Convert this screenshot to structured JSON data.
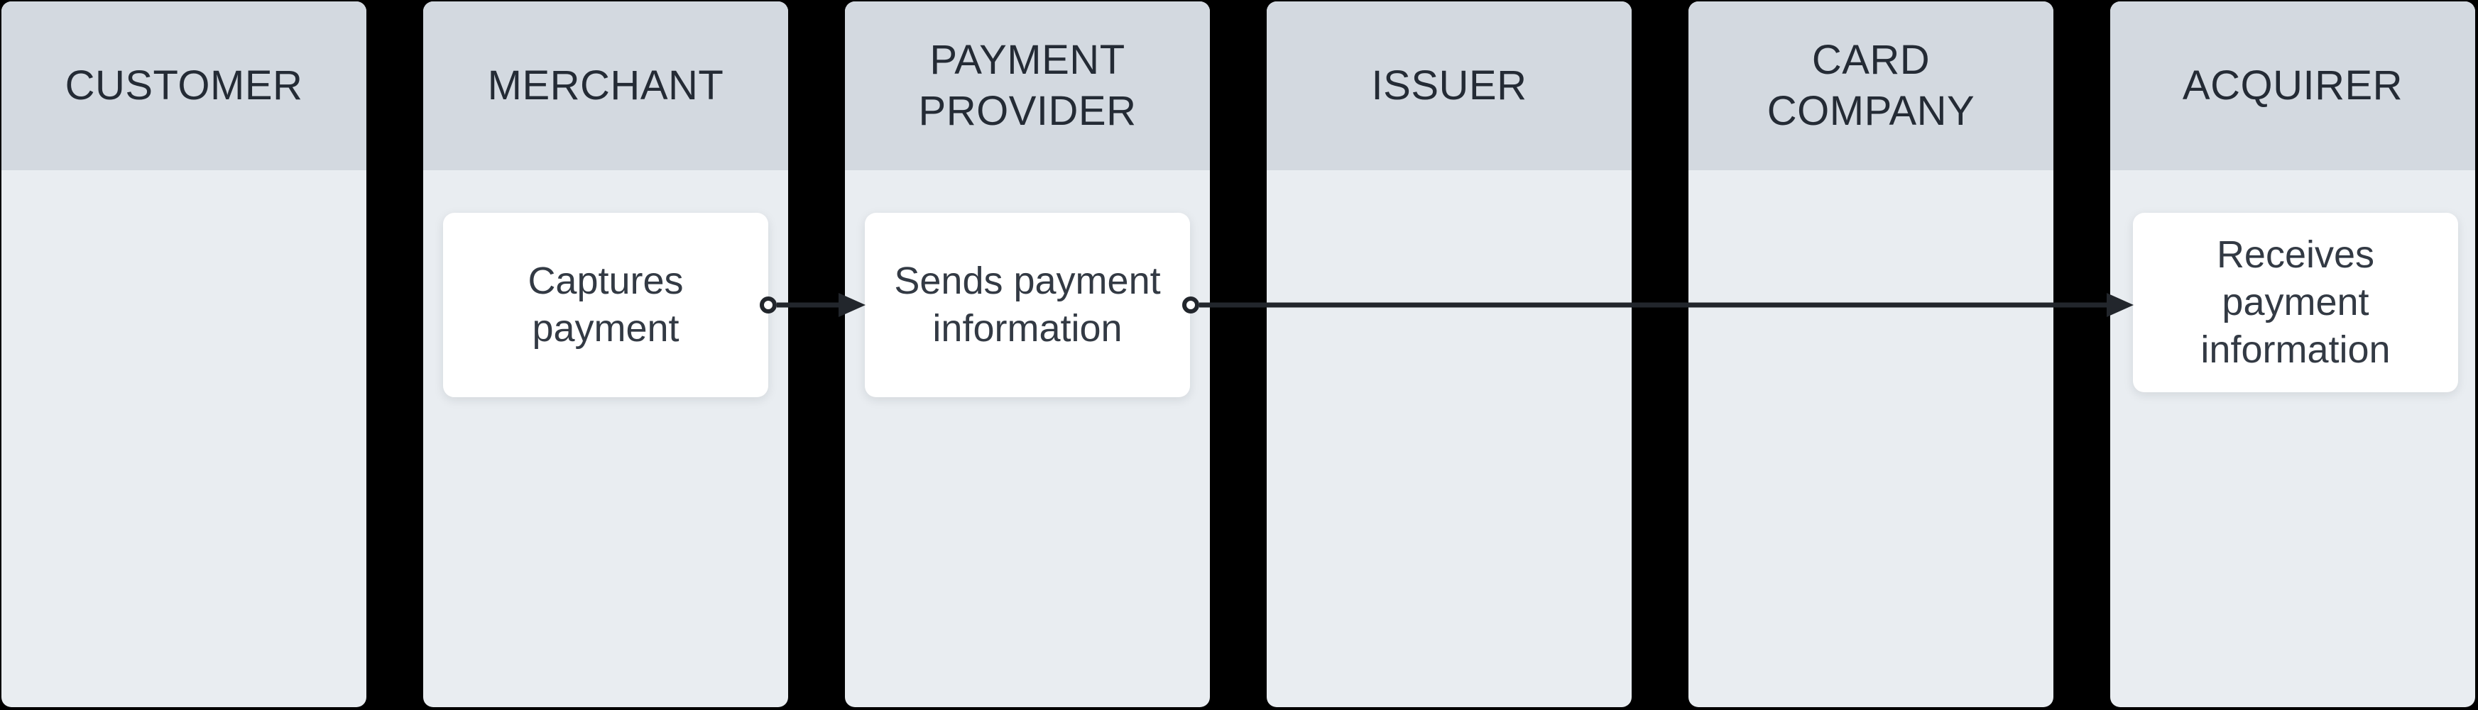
{
  "diagram": {
    "type": "swimlane-flow",
    "colors": {
      "canvas_bg": "#000000",
      "lane_header_bg": "#d3d9e0",
      "lane_body_bg": "#e9edf1",
      "card_bg": "#ffffff",
      "header_text": "#242b35",
      "card_text": "#333a44",
      "connector": "#22262c"
    },
    "lanes": [
      {
        "label": "CUSTOMER"
      },
      {
        "label": "MERCHANT"
      },
      {
        "label": "PAYMENT\nPROVIDER"
      },
      {
        "label": "ISSUER"
      },
      {
        "label": "CARD\nCOMPANY"
      },
      {
        "label": "ACQUIRER"
      }
    ],
    "cards": [
      {
        "lane": "MERCHANT",
        "label": "Captures\npayment"
      },
      {
        "lane": "PAYMENT PROVIDER",
        "label": "Sends payment\ninformation"
      },
      {
        "lane": "ACQUIRER",
        "label": "Receives\npayment\ninformation"
      }
    ],
    "connectors": [
      {
        "from": "Captures payment",
        "to": "Sends payment information"
      },
      {
        "from": "Sends payment information",
        "to": "Receives payment information"
      }
    ]
  }
}
